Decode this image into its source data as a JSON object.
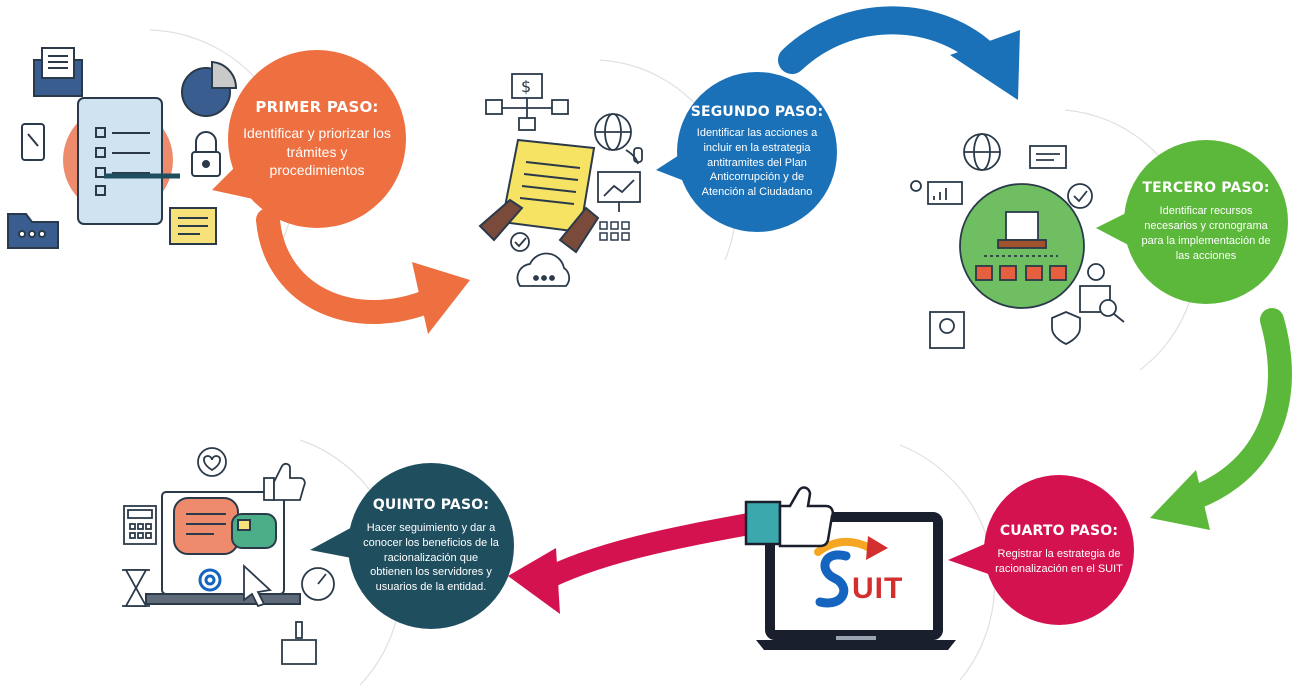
{
  "steps": [
    {
      "title": "PRIMER PASO:",
      "description": "Identificar y priorizar los trámites y procedimientos",
      "color": "#ee6f3f"
    },
    {
      "title": "SEGUNDO PASO:",
      "description": "Identificar las acciones a incluir en la estrategia antitramites del Plan Anticorrupción y de Atención al Ciudadano",
      "color": "#1a71b8"
    },
    {
      "title": "TERCERO PASO:",
      "description": "Identificar recursos necesarios y cronograma para la implementación de las acciones",
      "color": "#5bb83a"
    },
    {
      "title": "CUARTO PASO:",
      "description": "Registrar la estrategia de racionalización en el SUIT",
      "color": "#d4124f"
    },
    {
      "title": "QUINTO PASO:",
      "description": "Hacer seguimiento y dar a conocer los beneficios de la racionalización que obtienen los servidores y usuarios de la entidad.",
      "color": "#1f4e5f"
    }
  ],
  "logo": {
    "text": "UIT",
    "accent_colors": [
      "#f5a623",
      "#1565c0",
      "#d32f2f"
    ]
  },
  "icons": [
    "document-checklist-icon",
    "envelope-icon",
    "pie-chart-icon",
    "tablet-icon",
    "lock-icon",
    "folder-icon",
    "note-icon",
    "dollar-flowchart-icon",
    "globe-icon",
    "document-hands-icon",
    "cloud-gear-icon",
    "team-network-icon",
    "laptop-chat-icon",
    "thumbs-up-icon"
  ]
}
